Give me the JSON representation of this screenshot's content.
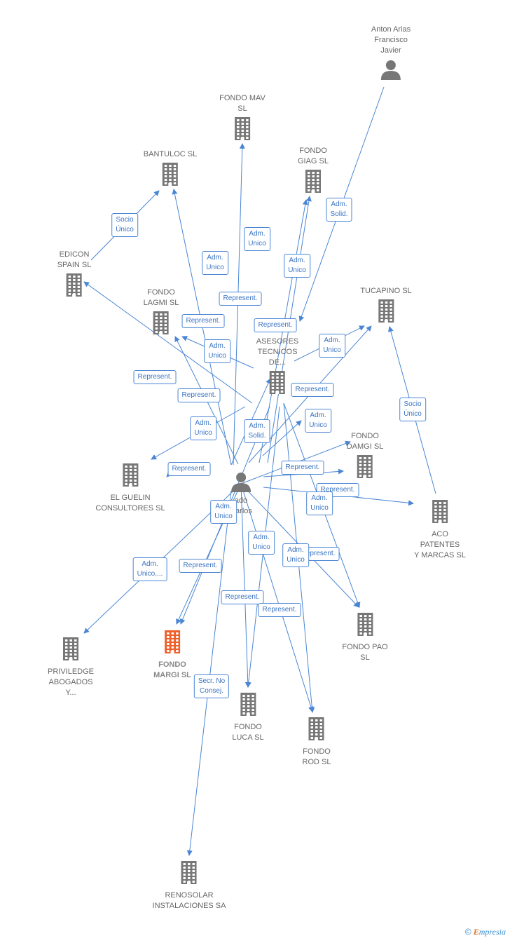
{
  "colors": {
    "edge": "#4a86d4",
    "building": "#777777",
    "focus_building": "#f0602a",
    "person": "#777777"
  },
  "nodes": [
    {
      "id": "anton",
      "kind": "person",
      "label": [
        "Anton Arias",
        "Francisco",
        "Javier"
      ]
    },
    {
      "id": "fondo_mav",
      "kind": "company",
      "label": [
        "FONDO MAV",
        "SL"
      ]
    },
    {
      "id": "bantuloc",
      "kind": "company",
      "label": [
        "BANTULOC  SL"
      ]
    },
    {
      "id": "fondo_giag",
      "kind": "company",
      "label": [
        "FONDO",
        "GIAG  SL"
      ]
    },
    {
      "id": "edicon",
      "kind": "company",
      "label": [
        "EDICON",
        "SPAIN SL"
      ]
    },
    {
      "id": "fondo_lagmi",
      "kind": "company",
      "label": [
        "FONDO",
        "LAGMI  SL"
      ]
    },
    {
      "id": "tucapino",
      "kind": "company",
      "label": [
        "TUCAPINO  SL"
      ]
    },
    {
      "id": "asesores",
      "kind": "company",
      "label": [
        "ASESORES",
        "TECNICOS",
        "DE..."
      ]
    },
    {
      "id": "fondo_damgi",
      "kind": "company",
      "label": [
        "FONDO",
        "DAMGI  SL"
      ]
    },
    {
      "id": "el_guelin",
      "kind": "company",
      "label": [
        "EL GUELIN",
        "CONSULTORES SL"
      ]
    },
    {
      "id": "center",
      "kind": "person",
      "label": [
        "ado",
        "Carlos"
      ]
    },
    {
      "id": "aco",
      "kind": "company",
      "label": [
        "ACO",
        "PATENTES",
        "Y MARCAS SL"
      ]
    },
    {
      "id": "fondo_pao",
      "kind": "company",
      "label": [
        "FONDO PAO",
        "SL"
      ]
    },
    {
      "id": "priviledge",
      "kind": "company",
      "label": [
        "PRIVILEDGE",
        "ABOGADOS",
        "Y..."
      ]
    },
    {
      "id": "fondo_margi",
      "kind": "focus",
      "label": [
        "FONDO",
        "MARGI  SL"
      ]
    },
    {
      "id": "fondo_luca",
      "kind": "company",
      "label": [
        "FONDO",
        "LUCA  SL"
      ]
    },
    {
      "id": "fondo_rod",
      "kind": "company",
      "label": [
        "FONDO",
        "ROD  SL"
      ]
    },
    {
      "id": "renosolar",
      "kind": "company",
      "label": [
        "RENOSOLAR",
        "INSTALACIONES SA"
      ]
    }
  ],
  "edge_labels": [
    {
      "id": "e_edicon_bantuloc",
      "text": [
        "Socio",
        "Único"
      ]
    },
    {
      "id": "e_anton_solid",
      "text": [
        "Adm.",
        "Solid."
      ]
    },
    {
      "id": "e_mav_adm",
      "text": [
        "Adm.",
        "Unico"
      ]
    },
    {
      "id": "e_bantuloc_adm",
      "text": [
        "Adm.",
        "Unico"
      ]
    },
    {
      "id": "e_giag_adm",
      "text": [
        "Adm.",
        "Unico"
      ]
    },
    {
      "id": "e_rep_1",
      "text": [
        "Represent."
      ]
    },
    {
      "id": "e_rep_2",
      "text": [
        "Represent."
      ]
    },
    {
      "id": "e_rep_3",
      "text": [
        "Represent."
      ]
    },
    {
      "id": "e_lagmi_adm",
      "text": [
        "Adm.",
        "Unico"
      ]
    },
    {
      "id": "e_tucapino_adm",
      "text": [
        "Adm.",
        "Unico"
      ]
    },
    {
      "id": "e_edicon_rep",
      "text": [
        "Represent."
      ]
    },
    {
      "id": "e_rep_4",
      "text": [
        "Represent."
      ]
    },
    {
      "id": "e_rep_5",
      "text": [
        "Represent."
      ]
    },
    {
      "id": "e_tuca_socio",
      "text": [
        "Socio",
        "Único"
      ]
    },
    {
      "id": "e_guelin_adm",
      "text": [
        "Adm.",
        "Unico"
      ]
    },
    {
      "id": "e_ase_solid",
      "text": [
        "Adm.",
        "Solid."
      ]
    },
    {
      "id": "e_damgi_adm",
      "text": [
        "Adm.",
        "Unico"
      ]
    },
    {
      "id": "e_guelin_rep",
      "text": [
        "Represent."
      ]
    },
    {
      "id": "e_damgi_rep",
      "text": [
        "Represent."
      ]
    },
    {
      "id": "e_aco_rep",
      "text": [
        "Represent."
      ]
    },
    {
      "id": "e_margi_adm",
      "text": [
        "Adm.",
        "Unico"
      ]
    },
    {
      "id": "e_pao_adm",
      "text": [
        "Adm.",
        "Unico"
      ]
    },
    {
      "id": "e_priv_adm",
      "text": [
        "Adm.",
        "Unico,..."
      ]
    },
    {
      "id": "e_margi_rep",
      "text": [
        "Represent."
      ]
    },
    {
      "id": "e_luca_adm",
      "text": [
        "Adm.",
        "Unico"
      ]
    },
    {
      "id": "e_pao_rep_hidden",
      "text": [
        "Represent."
      ]
    },
    {
      "id": "e_rod_adm",
      "text": [
        "Adm.",
        "Unico"
      ]
    },
    {
      "id": "e_luca_rep",
      "text": [
        "Represent."
      ]
    },
    {
      "id": "e_rod_rep",
      "text": [
        "Represent."
      ]
    },
    {
      "id": "e_reno_secr",
      "text": [
        "Secr.  No",
        "Consej."
      ]
    }
  ],
  "brand": {
    "copyright": "©",
    "initial": "E",
    "rest": "mpresia"
  }
}
